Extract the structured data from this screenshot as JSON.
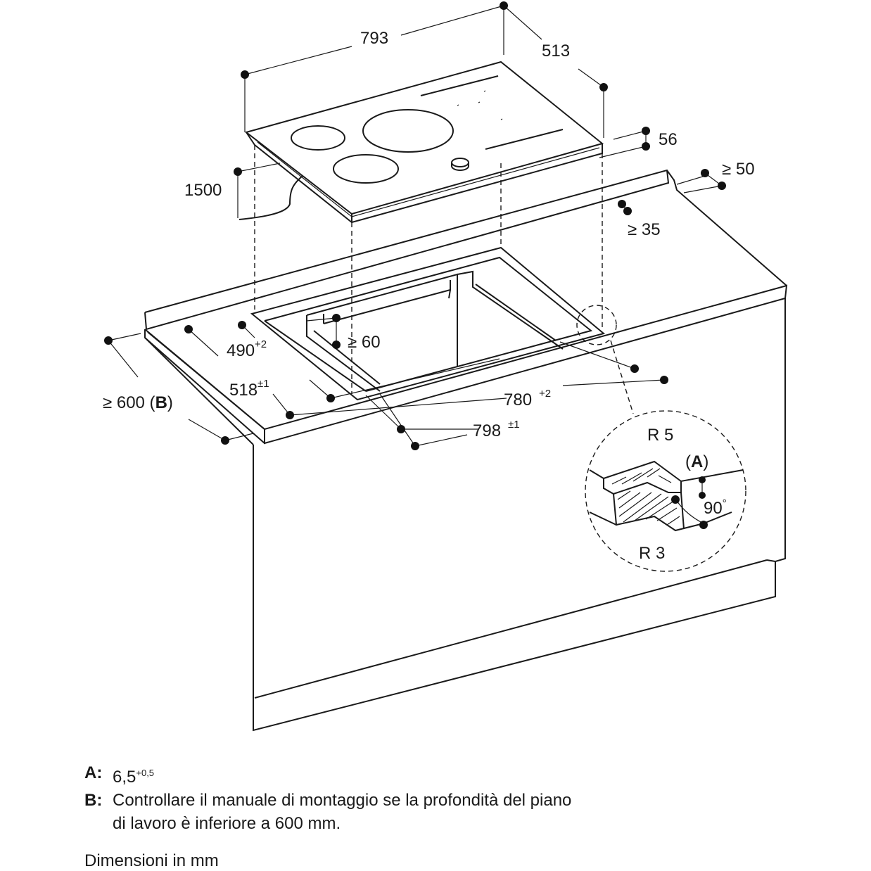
{
  "dimensions": {
    "hob_width": "793",
    "hob_depth": "513",
    "hob_height": "56",
    "cable_length": "1500",
    "rear_clearance": "≥ 50",
    "side_clearance": "≥ 35",
    "front_clearance": "≥ 60",
    "cutout_depth": "490",
    "cutout_depth_tol": "+2",
    "recess_depth": "518",
    "recess_depth_tol": "±1",
    "cutout_width": "780",
    "cutout_width_tol": "+2",
    "recess_width": "798",
    "recess_width_tol": "±1",
    "worktop_depth": "≥ 600",
    "worktop_depth_ref": "B",
    "radius_top": "R 5",
    "radius_bottom": "R 3",
    "angle": "90",
    "angle_unit": "°",
    "detail_ref": "A"
  },
  "notes": [
    {
      "key": "A:",
      "text": "6,5",
      "sup": "+0,5"
    },
    {
      "key": "B:",
      "text": "Controllare il manuale di montaggio se la profondità del piano",
      "text2": "di lavoro è inferiore a 600 mm."
    }
  ],
  "units_note": "Dimensioni in mm"
}
